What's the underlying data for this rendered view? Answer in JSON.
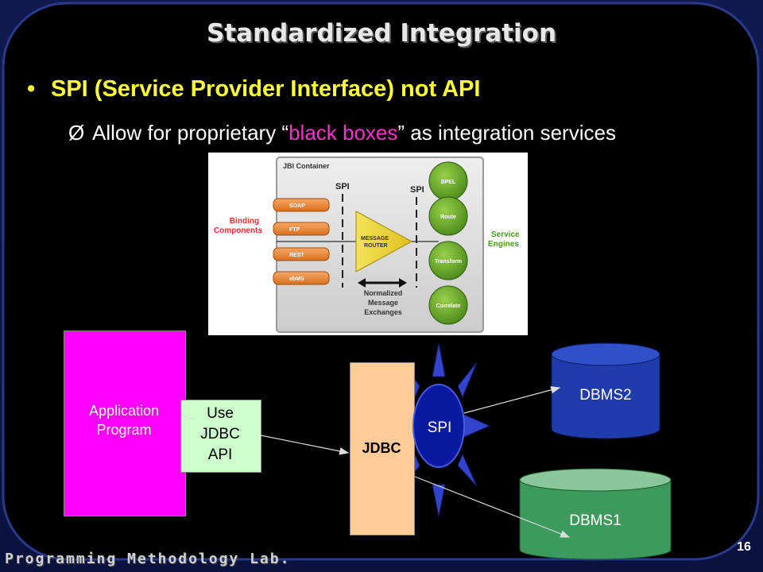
{
  "slide": {
    "title": "Standardized Integration",
    "bullet": "SPI (Service Provider Interface) not API",
    "bullet_symbol": "•",
    "sub_arrow": "Ø",
    "sub_pre": "Allow for proprietary “",
    "sub_highlight": "black boxes",
    "sub_post": "” as integration services",
    "footer": "Programming Methodology Lab.",
    "page_number": "16",
    "colors": {
      "background": "#000000",
      "frame": "#1a2a6c",
      "title": "#e8e8e8",
      "bullet": "#ffff33",
      "highlight": "#ff33cc"
    }
  },
  "jbi_figure": {
    "container_label": "JBI Container",
    "spi_left": "SPI",
    "spi_right": "SPI",
    "binding_label_1": "Binding",
    "binding_label_2": "Components",
    "bindings": [
      "SOAP",
      "FTP",
      "REST",
      "ebMS"
    ],
    "router_1": "MESSAGE",
    "router_2": "ROUTER",
    "service_label_1": "Service",
    "service_label_2": "Engines",
    "engines": [
      "BPEL",
      "Route",
      "Transform",
      "Correlate"
    ],
    "normalized_1": "Normalized",
    "normalized_2": "Message",
    "normalized_3": "Exchanges"
  },
  "diagram": {
    "app_line1": "Application",
    "app_line2": "Program",
    "use_line1": "Use",
    "use_line2": "JDBC",
    "use_line3": "API",
    "jdbc": "JDBC",
    "spi": "SPI",
    "dbms2": "DBMS2",
    "dbms1": "DBMS1"
  }
}
